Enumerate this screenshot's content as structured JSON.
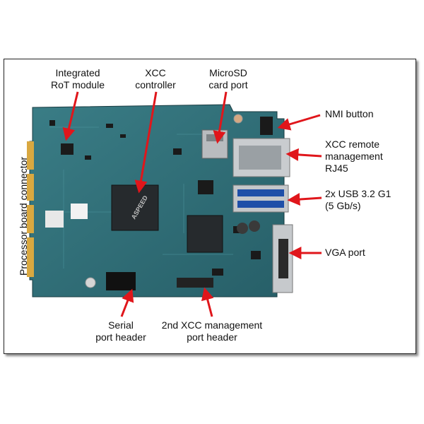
{
  "labels": {
    "rot_module": [
      "Integrated",
      "RoT module"
    ],
    "xcc_controller": [
      "XCC",
      "controller"
    ],
    "microsd": [
      "MicroSD",
      "card port"
    ],
    "nmi": [
      "NMI button"
    ],
    "rj45": [
      "XCC remote",
      "management",
      "RJ45"
    ],
    "usb": [
      "2x USB 3.2 G1",
      "(5 Gb/s)"
    ],
    "vga": [
      "VGA port"
    ],
    "serial": [
      "Serial",
      "port header"
    ],
    "mgmt_header": [
      "2nd XCC management",
      "port header"
    ],
    "processor_connector": "Processor board connector"
  },
  "board_markings": {
    "chip_brand": "ASPEED"
  },
  "colors": {
    "arrow": "#e0161b",
    "pcb": "#2f6f78",
    "pcb_dark": "#1e4e57"
  }
}
